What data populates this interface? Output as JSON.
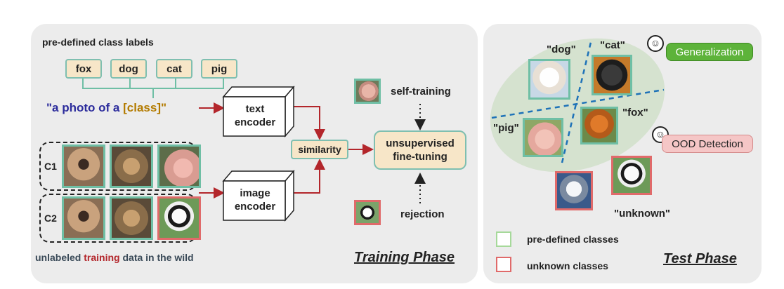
{
  "training": {
    "header": "pre-defined class labels",
    "labels": [
      "fox",
      "dog",
      "cat",
      "pig"
    ],
    "prompt_prefix": "\"a photo of a",
    "prompt_class": "[class]\"",
    "groups": [
      "C1",
      "C2"
    ],
    "caption_pre": "unlabeled",
    "caption_mid": "training",
    "caption_post": "data in the wild",
    "text_encoder": "text encoder",
    "image_encoder": "image encoder",
    "similarity": "similarity",
    "finetune": "unsupervised fine-tuning",
    "self_training": "self-training",
    "rejection": "rejection",
    "phase_title": "Training Phase"
  },
  "test": {
    "quad_labels": [
      "\"dog\"",
      "\"cat\"",
      "\"pig\"",
      "\"fox\""
    ],
    "unknown": "\"unknown\"",
    "generalization": "Generalization",
    "ood": "OOD Detection",
    "legend": [
      "pre-defined classes",
      "unknown classes"
    ],
    "phase_title": "Test Phase"
  },
  "colors": {
    "panel": "#ececec",
    "label_fill": "#f7e6c8",
    "teal": "#6fbfa5",
    "red": "#e06a6a",
    "arrow_red": "#b3262b",
    "prompt_blue": "#2c2c9c",
    "prompt_gold": "#b37b00",
    "gen_green": "#5db33a",
    "ood_pink": "#f5c6c6",
    "ellipse": "#d5e2cf",
    "dashed_blue": "#1e72b8"
  }
}
